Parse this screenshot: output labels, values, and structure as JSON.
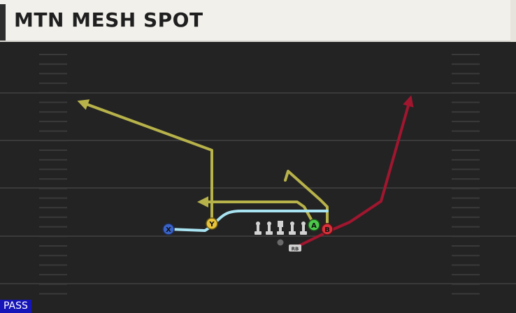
{
  "title": "MTN MESH SPOT",
  "mode_badge": "PASS",
  "players": {
    "X": {
      "label": "X",
      "color": "#3a63c8"
    },
    "Y": {
      "label": "Y",
      "color": "#e8c43a"
    },
    "A": {
      "label": "A",
      "color": "#4cc84a"
    },
    "B": {
      "label": "B",
      "color": "#d8313a"
    },
    "RB": {
      "label": "RB"
    }
  },
  "route_colors": {
    "yellow": "#b7b24a",
    "light_blue": "#a8e3f2",
    "red": "#a1162f"
  },
  "field_colors": {
    "background": "#232323",
    "yard_lines": "#3a3a3a",
    "hash_marks": "#3a3a3a"
  }
}
